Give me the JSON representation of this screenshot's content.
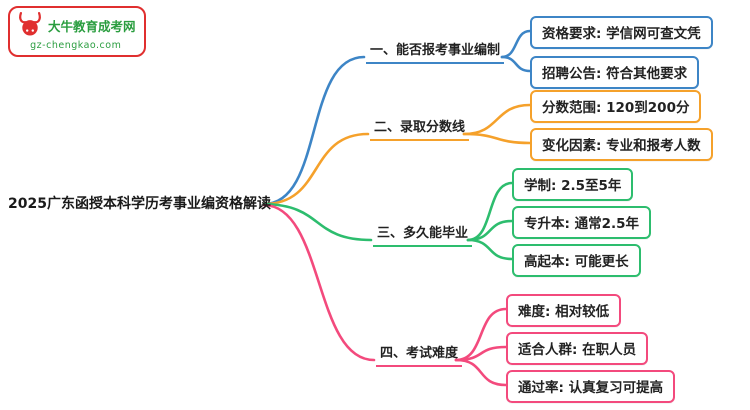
{
  "logo": {
    "name": "大牛教育成考网",
    "domain": "gz-chengkao.com",
    "border_color": "#e02f2f",
    "text_color": "#2a9d3f"
  },
  "root": {
    "label": "2025广东函授本科学历考事业编资格解读"
  },
  "branches": [
    {
      "label": "一、能否报考事业编制",
      "color": "#3d85c6",
      "children": [
        {
          "label": "资格要求: 学信网可查文凭"
        },
        {
          "label": "招聘公告: 符合其他要求"
        }
      ]
    },
    {
      "label": "二、录取分数线",
      "color": "#f5a12b",
      "children": [
        {
          "label": "分数范围: 120到200分"
        },
        {
          "label": "变化因素: 专业和报考人数"
        }
      ]
    },
    {
      "label": "三、多久能毕业",
      "color": "#2dbd6e",
      "children": [
        {
          "label": "学制: 2.5至5年"
        },
        {
          "label": "专升本: 通常2.5年"
        },
        {
          "label": "高起本: 可能更长"
        }
      ]
    },
    {
      "label": "四、考试难度",
      "color": "#f34a7d",
      "children": [
        {
          "label": "难度: 相对较低"
        },
        {
          "label": "适合人群: 在职人员"
        },
        {
          "label": "通过率: 认真复习可提高"
        }
      ]
    }
  ]
}
